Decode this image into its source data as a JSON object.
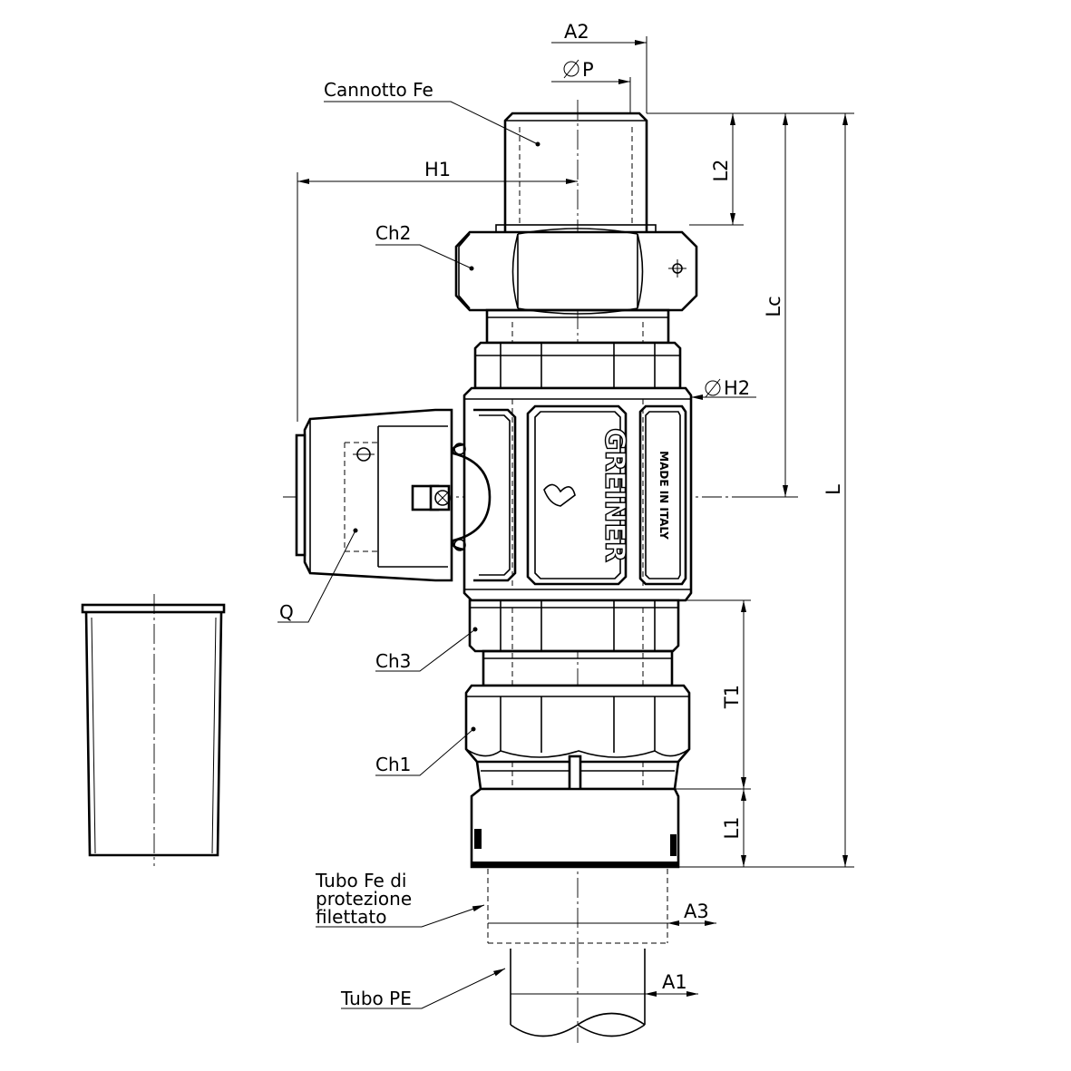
{
  "labels": {
    "cannotto": "Cannotto Fe",
    "ch2": "Ch2",
    "q": "Q",
    "ch3": "Ch3",
    "ch1": "Ch1",
    "tubo_fe_1": "Tubo Fe di",
    "tubo_fe_2": "protezione",
    "tubo_fe_3": "filettato",
    "tubo_pe": "Tubo PE"
  },
  "dimensions": {
    "a2": "A2",
    "p": "P",
    "h1": "H1",
    "l2": "L2",
    "lc": "Lc",
    "h2": "H2",
    "l": "L",
    "t1": "T1",
    "l1": "L1",
    "a3": "A3",
    "a1": "A1"
  },
  "body_text": {
    "brand": "GREINER",
    "made_in": "MADE IN ITALY"
  }
}
